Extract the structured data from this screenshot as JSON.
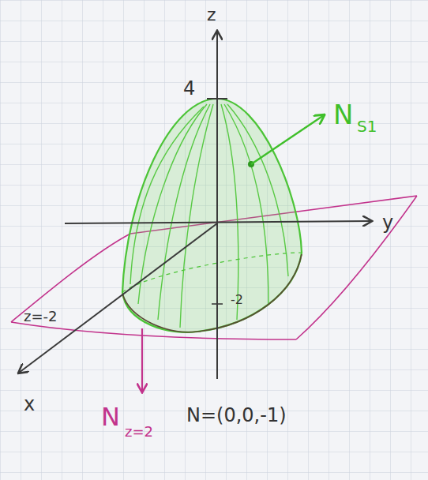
{
  "diagram": {
    "labels": [
      "z",
      "4",
      "N",
      "S1",
      "y",
      "z=-2",
      "-2",
      "x",
      "N",
      "z=2",
      "N=(0,0,-1)"
    ]
  }
}
